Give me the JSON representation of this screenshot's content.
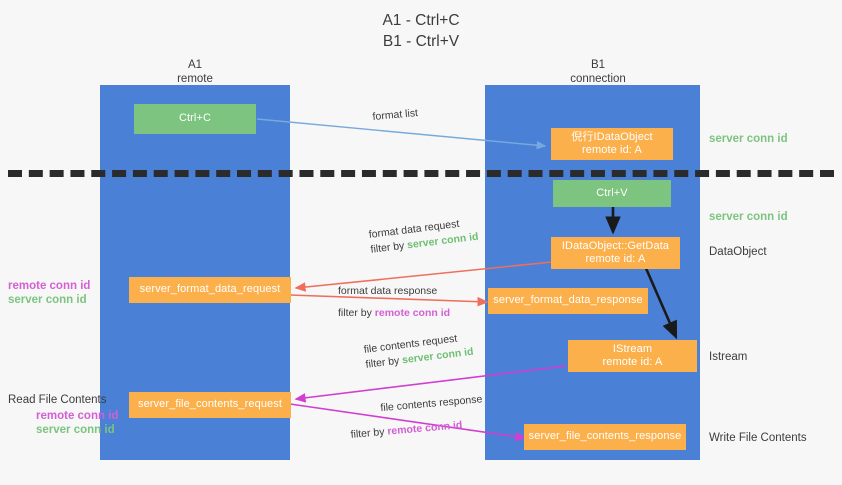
{
  "title": "A1 - Ctrl+C\nB1 - Ctrl+V",
  "lanes": [
    {
      "id": "a1",
      "header": "A1\nremote"
    },
    {
      "id": "b1",
      "header": "B1\nconnection"
    }
  ],
  "boxes": [
    {
      "id": "ctrl-c",
      "label": "Ctrl+C"
    },
    {
      "id": "idataobject-create",
      "label": "倪行IDataObject\nremote id: A"
    },
    {
      "id": "ctrl-v",
      "label": "Ctrl+V"
    },
    {
      "id": "idataobject-getdata",
      "label": "IDataObject::GetData\nremote id: A"
    },
    {
      "id": "server-format-data-request",
      "label": "server_format_data_request"
    },
    {
      "id": "server-format-data-response",
      "label": "server_format_data_response"
    },
    {
      "id": "istream",
      "label": "IStream\nremote id: A"
    },
    {
      "id": "server-file-contents-request",
      "label": "server_file_contents_request"
    },
    {
      "id": "server-file-contents-response",
      "label": "server_file_contents_response"
    }
  ],
  "edge_labels": {
    "format_list": "format list",
    "format_data_request": {
      "line1": "format data request",
      "filter_prefix": "filter by ",
      "filter_value": "server conn id"
    },
    "format_data_response": {
      "line1": "format data response",
      "filter_prefix": "filter by ",
      "filter_value": "remote conn id"
    },
    "file_contents_request": {
      "line1": "file contents request",
      "filter_prefix": "filter by ",
      "filter_value": "server conn id"
    },
    "file_contents_response": {
      "line1": "file contents response",
      "filter_prefix": "filter by ",
      "filter_value": "remote conn id"
    }
  },
  "right_labels": [
    {
      "id": "server-conn-id-top",
      "text": "server conn id",
      "color": "#7cc47f"
    },
    {
      "id": "server-conn-id-mid",
      "text": "server conn id",
      "color": "#7cc47f"
    },
    {
      "id": "dataobject",
      "text": "DataObject",
      "color": "#3c3c3c"
    },
    {
      "id": "istream",
      "text": "Istream",
      "color": "#3c3c3c"
    },
    {
      "id": "write-file-contents",
      "text": "Write File Contents",
      "color": "#3c3c3c"
    }
  ],
  "left_labels": {
    "group_top": {
      "remote": "remote conn id",
      "server": "server conn id"
    },
    "read_file": {
      "heading": "Read File Contents",
      "remote": "remote conn id",
      "server": "server conn id"
    }
  },
  "colors": {
    "lane": "#4a80d6",
    "green_box": "#7cc47f",
    "orange_box": "#fbb04c",
    "green_text": "#7cc47f",
    "magenta_text": "#d45fd4",
    "arrow_blue": "#78a9dd",
    "arrow_red": "#ef6f5e",
    "arrow_magenta": "#d13fd1",
    "arrow_dark": "#1a1a1a",
    "background": "#f7f7f7",
    "dash": "#2b2b2b"
  }
}
